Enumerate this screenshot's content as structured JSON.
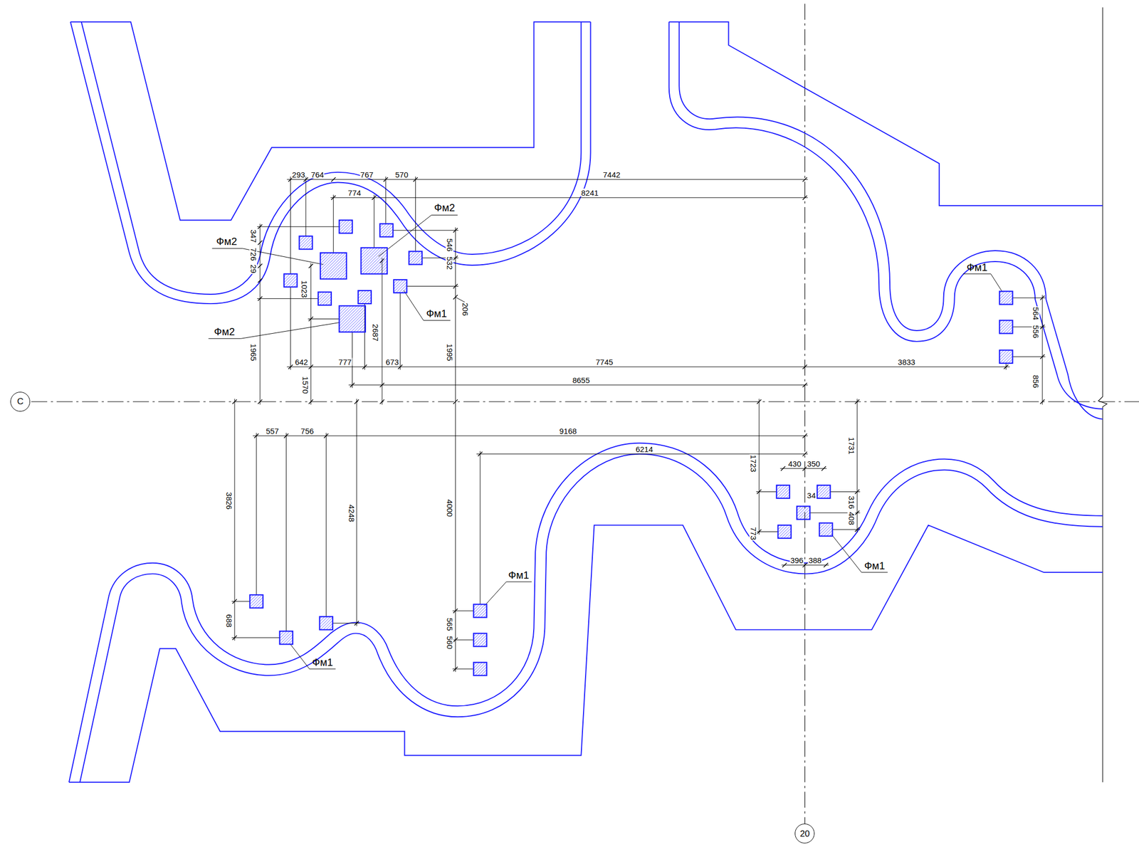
{
  "diagram": {
    "nodes": [
      {
        "text": [
          "C"
        ]
      },
      {
        "text": [
          "20"
        ]
      }
    ],
    "labels": [
      "293",
      "764",
      "767",
      "570",
      "7442",
      "774",
      "8241",
      "Фм2",
      "347",
      "726",
      "29",
      "Фм2",
      "546",
      "532",
      "Фм1",
      "1023",
      "206",
      "Фм1",
      "564",
      "556",
      "Фм2",
      "2687",
      "1965",
      "1995",
      "642",
      "777",
      "673",
      "7745",
      "3833",
      "8655",
      "1570",
      "856",
      "557",
      "756",
      "9168",
      "6214",
      "1723",
      "430",
      "350",
      "1731",
      "34",
      "316",
      "408",
      "3826",
      "4000",
      "4248",
      "773",
      "396",
      "388",
      "Фм1",
      "Фм1",
      "688",
      "565",
      "560",
      "Фм1"
    ]
  }
}
